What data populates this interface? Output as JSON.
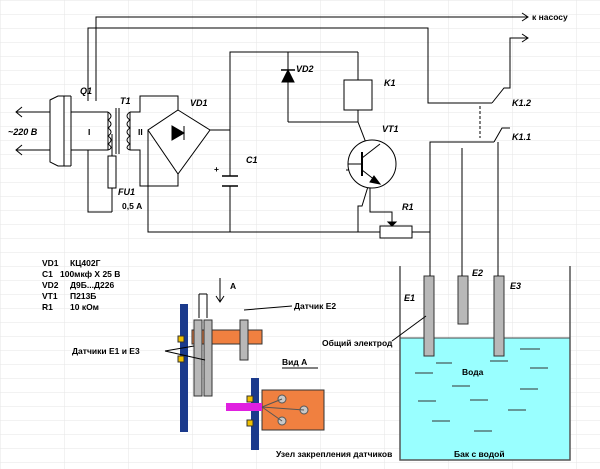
{
  "labels": {
    "mains": "~220 В",
    "q1": "Q1",
    "t1": "T1",
    "t1_primary": "I",
    "t1_secondary": "II",
    "vd1": "VD1",
    "vd2": "VD2",
    "k1": "K1",
    "c1": "C1",
    "vt1": "VT1",
    "r1": "R1",
    "fu1": "FU1",
    "fuse_rating": "0,5 А",
    "k12": "K1.2",
    "k11": "K1.1",
    "pump": "к насосу",
    "e1": "E1",
    "e2": "E2",
    "e3": "E3",
    "sensor_a": "A",
    "sensor_e2": "Датчик E2",
    "sensors_e1_e3": "Датчики E1 и E3",
    "view_a": "Вид А",
    "common_electrode": "Общий электрод",
    "water": "Вода",
    "mount_caption": "Узел закрепления датчиков",
    "tank_caption": "Бак с водой"
  },
  "components": [
    {
      "ref": "VD1",
      "value": "КЦ402Г"
    },
    {
      "ref": "C1",
      "value": "100мкф Х 25 В"
    },
    {
      "ref": "VD2",
      "value": "Д9Б...Д226"
    },
    {
      "ref": "VT1",
      "value": "П213Б"
    },
    {
      "ref": "R1",
      "value": "10 кОм"
    }
  ],
  "colors": {
    "water": "#99ffff",
    "tank_border": "#555555",
    "electrode": "#b8b8b8",
    "mount_bar": "#1b3a8c",
    "mount_block": "#f08040",
    "mount_pin": "#e020e0",
    "grid": "#e6e6e6"
  }
}
